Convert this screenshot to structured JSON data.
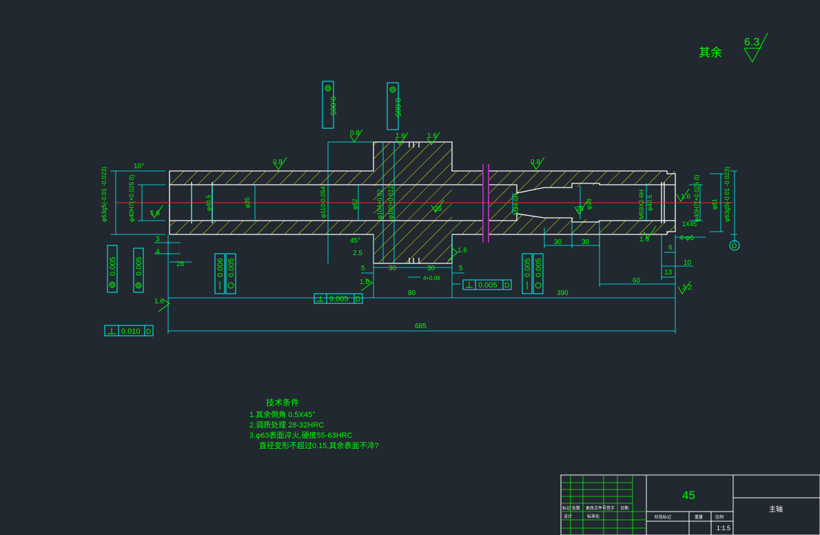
{
  "colors": {
    "background": "#212830",
    "outline": "#ffffff",
    "dimension": "#00ffff",
    "annotation": "#00ff00",
    "hatch": "#e6e600",
    "centerline": "#ff2020",
    "cut_mark": "#cc33cc",
    "title_block": "#ffffff"
  },
  "surface_note": {
    "label": "其余",
    "roughness": "6.3"
  },
  "roughness_marks": [
    "0.8",
    "1.6",
    "0.8",
    "1.6",
    "1.6",
    "25",
    "25",
    "1.6",
    "0.8",
    "1.6",
    "1.6",
    "3.2",
    "1.6",
    "1.6"
  ],
  "tolerance_frames": {
    "top_left": "0.005",
    "top_right": "0.005",
    "left_a": "0.005",
    "left_b": "0.005",
    "left_c": "0.006",
    "left_d": "0.005",
    "mid_a": "0.005",
    "mid_b": "0.005",
    "bottom_a": "0.005",
    "bottom_b": "0.005",
    "bottom_c": "0.010",
    "datum": "D"
  },
  "diameters": {
    "left_outer": "φ63g5(-0.01 -0.023)",
    "left_bore": "φ40H7(+0.025 0)",
    "d40_5_left": "φ40.5",
    "d35": "φ35",
    "d110": "φ110-0.054",
    "d62": "φ62",
    "d104": "φ104+0.02",
    "d100": "φ100+0.012",
    "m24": "M24-6H",
    "d38": "φ38",
    "m59": "M59X2-6H",
    "d40_5_right": "φ40.5",
    "right_bore": "φ40H7(+0.025 0)",
    "d61": "φ61",
    "right_outer": "φ63g5(-0.01 -0.023)"
  },
  "dimensions": {
    "d3": "3",
    "d4": "4",
    "d28": "28",
    "d5a": "5",
    "d30a": "30",
    "d30b": "30",
    "d5b": "5",
    "d2_5": "2.5",
    "d4_006": "4+0.06",
    "d80": "80",
    "d390": "390",
    "d685": "685",
    "d30c": "30",
    "d30d": "30",
    "d60": "60",
    "d13": "13",
    "d10": "10",
    "d6": "6",
    "holes": "4-φ6",
    "chamfer": "1X45",
    "angle10": "10°",
    "angle45": "45°"
  },
  "tech_notes": {
    "title": "技术条件",
    "lines": [
      "1.其余倒角  0.5X45°",
      "2.调质处理    28-32HRC",
      "3.φ63表面淬火,硬度55-63HRC",
      "  直径变形不超过0.15,其余表面不淬?"
    ]
  },
  "title_block": {
    "material": "45",
    "part_name": "主轴",
    "scale": "1:1.5",
    "row_labels": [
      "标记",
      "处数",
      "更改文件号",
      "签字",
      "日期"
    ],
    "row_labels2": [
      "设计",
      "",
      "标准化",
      "",
      ""
    ],
    "col_labels": [
      "阶段标记",
      "重量",
      "比例"
    ]
  }
}
